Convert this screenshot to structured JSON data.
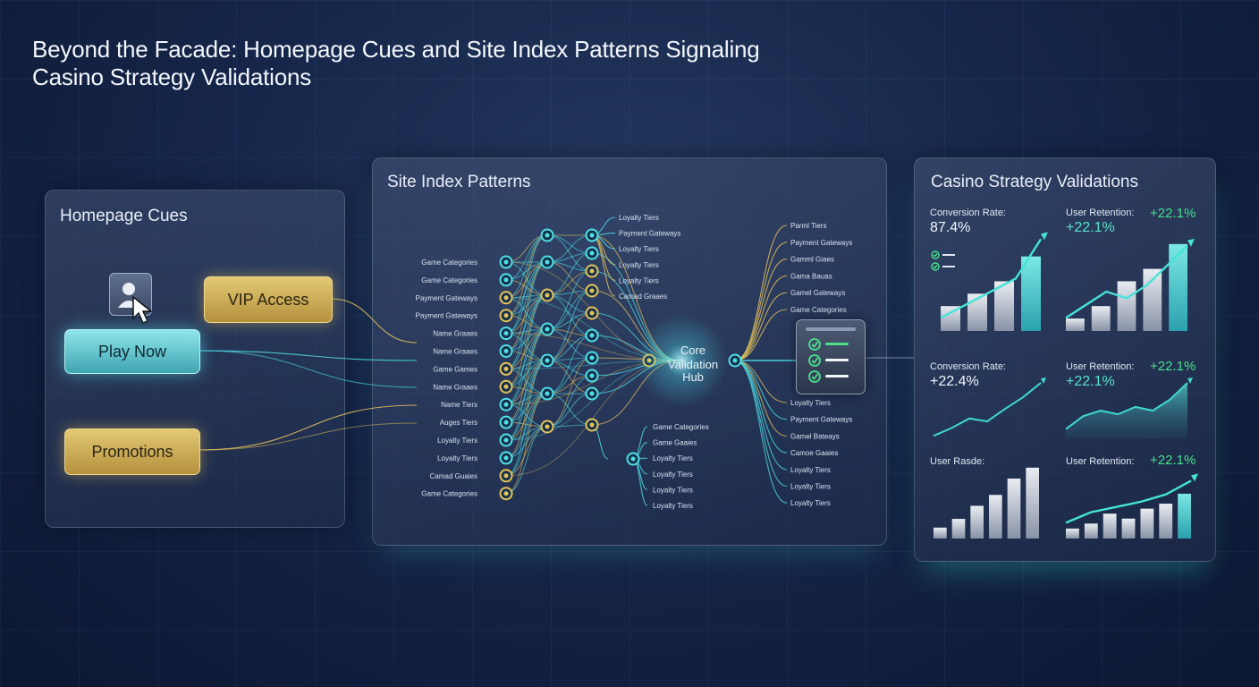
{
  "title": "Beyond the Facade: Homepage Cues and Site Index Patterns Signaling Casino Strategy Validations",
  "homepage": {
    "title": "Homepage Cues",
    "buttons": {
      "vip": "VIP Access",
      "play": "Play Now",
      "promo": "Promotions"
    },
    "icons": [
      "user-avatar-icon",
      "cursor-icon"
    ]
  },
  "site_index": {
    "title": "Site Index Patterns",
    "left_labels": [
      "Game Categories",
      "Game Categories",
      "Payment Gateways",
      "Payment Gateways",
      "Name Graaes",
      "Name Graaes",
      "Game Games",
      "Name Graaes",
      "Name Tiers",
      "Auges Tiers",
      "Loyalty Tiers",
      "Loyalty Tiers",
      "Camad Guaies",
      "Game Categories"
    ],
    "top_labels": [
      "Loyalty Tiers",
      "Payment Gateways",
      "Loyalty Tiers",
      "Loyalty Tiers",
      "Loyalty Tiers",
      "Camad Graaes"
    ],
    "bottom_labels": [
      "Game Categories",
      "Game Gaaies",
      "Loyalty Tiers",
      "Loyalty Tiers",
      "Loyalty Tiers",
      "Loyalty Tiers"
    ],
    "hub": [
      "Core",
      "Validation",
      "Hub"
    ],
    "right_top_labels": [
      "Parml Tiers",
      "Payment Gateways",
      "Gamml Giaes",
      "Gama Bauas",
      "Gamel Gateways",
      "Game Categories"
    ],
    "right_bottom_labels": [
      "Loyalty Tiers",
      "Payment Gateways",
      "Gamel Bateays",
      "Camoe Gaaies",
      "Loyalty Tiers",
      "Loyalty Tiers",
      "Loyalty Tiers"
    ],
    "colors": {
      "teal": "#4fe0e8",
      "gold": "#e6c35a"
    }
  },
  "validations": {
    "title": "Casino Strategy Validations",
    "stats": [
      {
        "label": "Conversion Rate:",
        "value": "87.4%",
        "badge": ""
      },
      {
        "label": "User Retention:",
        "value": "+22.1%",
        "badge": "+22.1%"
      },
      {
        "label": "Conversion Rate:",
        "value": "+22.4%",
        "badge": ""
      },
      {
        "label": "User Retention:",
        "value": "+22.1%",
        "badge": "+22.1%"
      },
      {
        "label": "User Rasde:",
        "value": "",
        "badge": ""
      },
      {
        "label": "User Retention:",
        "value": "",
        "badge": "+22.1%"
      }
    ]
  },
  "chart_data": [
    {
      "type": "bar",
      "title": "",
      "values": [
        2,
        3,
        4,
        6
      ],
      "trend": [
        1,
        2,
        3,
        4,
        7
      ]
    },
    {
      "type": "bar",
      "title": "",
      "values": [
        1,
        2,
        4,
        5,
        7
      ],
      "trend": [
        1,
        2,
        3,
        2.5,
        3.5,
        5,
        6.5
      ]
    },
    {
      "type": "line",
      "title": "",
      "values": [
        1,
        1.8,
        2.8,
        2.5,
        3.8,
        5,
        6.5
      ]
    },
    {
      "type": "area",
      "title": "",
      "values": [
        1,
        2.4,
        3,
        2.6,
        3.4,
        3,
        4.2,
        6
      ]
    },
    {
      "type": "bar",
      "title": "",
      "values": [
        1,
        1.8,
        3,
        4,
        5.5,
        6.5
      ]
    },
    {
      "type": "bar",
      "title": "",
      "values": [
        1,
        1.5,
        2.5,
        2,
        3,
        3.5,
        4.5
      ],
      "trend": [
        1.5,
        2.5,
        3,
        3.5,
        4.2,
        5.5
      ]
    }
  ]
}
